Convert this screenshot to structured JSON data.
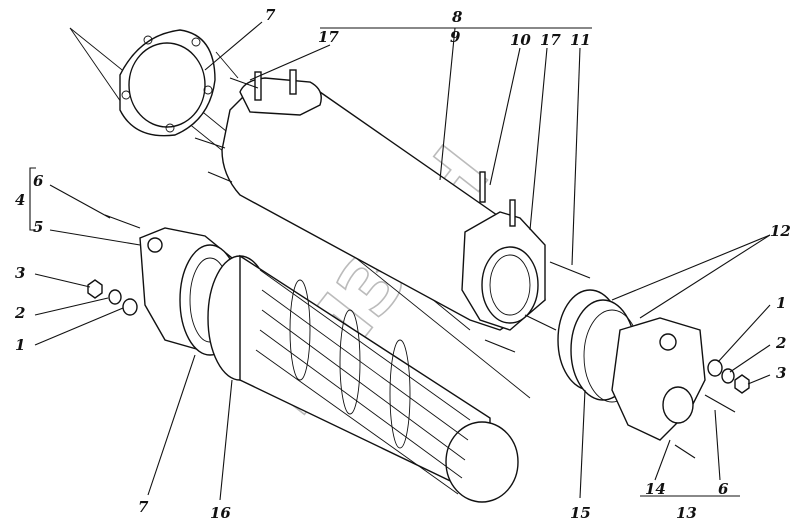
{
  "watermark": "БИЗОН",
  "labels": {
    "l1a": "1",
    "l2a": "2",
    "l3a": "3",
    "l4": "4",
    "l5": "5",
    "l6a": "6",
    "l7a": "7",
    "l7b": "7",
    "l8": "8",
    "l9": "9",
    "l10": "10",
    "l11": "11",
    "l12": "12",
    "l13": "13",
    "l14": "14",
    "l15": "15",
    "l16": "16",
    "l17a": "17",
    "l17b": "17",
    "l1b": "1",
    "l2b": "2",
    "l3b": "3",
    "l6b": "6"
  }
}
